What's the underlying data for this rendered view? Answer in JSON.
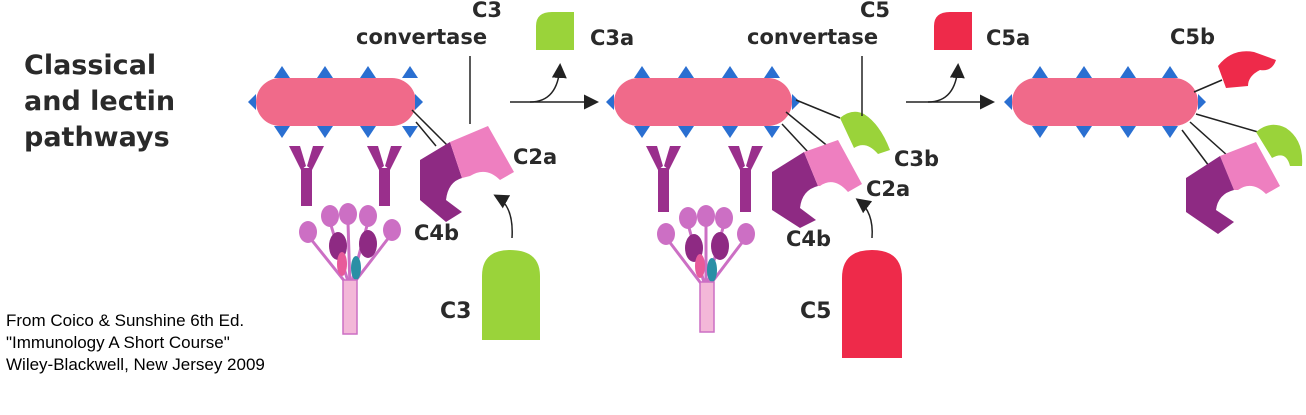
{
  "title_lines": [
    "Classical",
    "and lectin",
    "pathways"
  ],
  "credit_lines": [
    "From Coico & Sunshine 6th Ed.",
    "\"Immunology A Short Course\"",
    "Wiley-Blackwell, New Jersey 2009"
  ],
  "labels": {
    "c3_convertase_1": "C3",
    "c3_convertase_2": "convertase",
    "c5_convertase_1": "C5",
    "c5_convertase_2": "convertase",
    "c3a": "C3a",
    "c5a": "C5a",
    "c5b": "C5b",
    "c2a_1": "C2a",
    "c4b_1": "C4b",
    "c3": "C3",
    "c3b": "C3b",
    "c2a_2": "C2a",
    "c4b_2": "C4b",
    "c5": "C5"
  },
  "colors": {
    "cell": "#f06a8a",
    "antigen": "#2a6fd1",
    "antibody": "#9a2f8c",
    "c1_head": "#cc6fc4",
    "c4b": "#8e2a83",
    "c2a": "#ee7fc0",
    "c3": "#9ad33a",
    "c5": "#ee2a4a",
    "line": "#222222"
  }
}
